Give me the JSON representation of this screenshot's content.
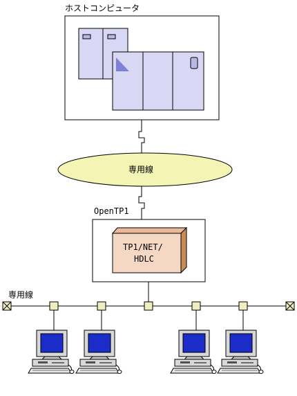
{
  "host": {
    "label": "ホストコンピュータ"
  },
  "network": {
    "label": "専用線"
  },
  "gateway": {
    "label": "OpenTP1",
    "module_line1": "TP1/NET/",
    "module_line2": "HDLC"
  },
  "lan": {
    "label": "専用線",
    "terminal_count": 4
  },
  "colors": {
    "mainframe_fill": "#d8d8f4",
    "ellipse_fill": "#f4f4b4",
    "module_front": "#f4d8c4",
    "module_side": "#c88c54",
    "node_fill": "#eeeec0",
    "screen_blue": "#1c2cc8"
  }
}
